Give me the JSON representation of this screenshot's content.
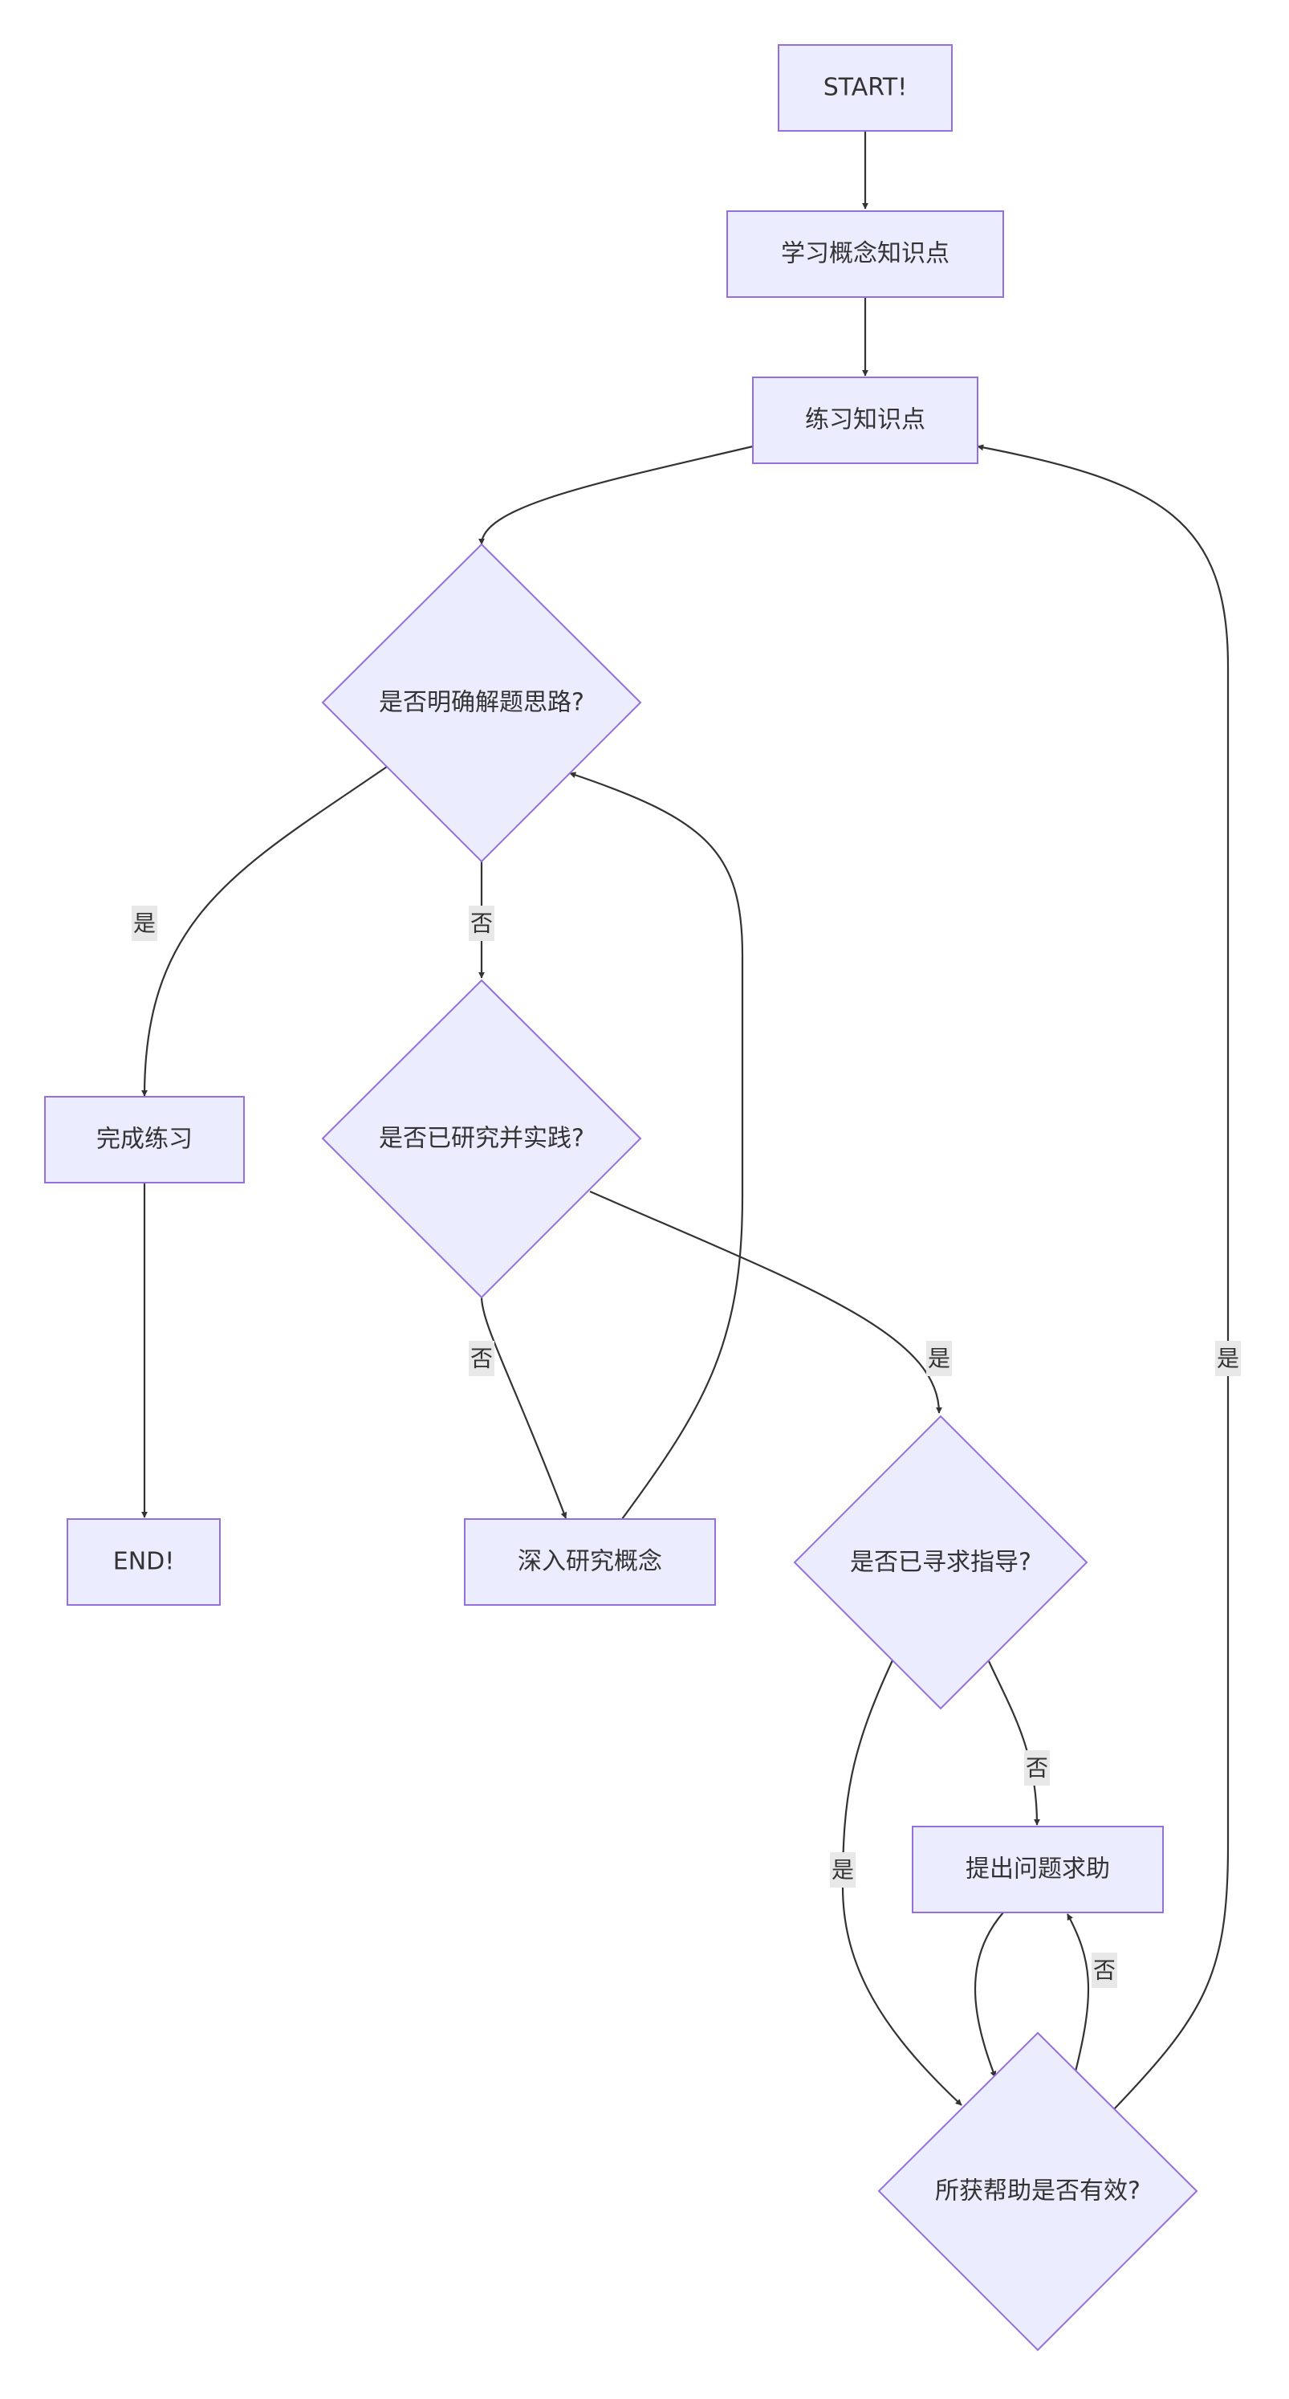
{
  "nodes": {
    "start": "START!",
    "learn": "学习概念知识点",
    "practice": "练习知识点",
    "clear": "是否明确解题思路?",
    "finish": "完成练习",
    "researched": "是否已研究并实践?",
    "end": "END!",
    "deep": "深入研究概念",
    "guidance": "是否已寻求指导?",
    "ask": "提出问题求助",
    "effective": "所获帮助是否有效?"
  },
  "edge_labels": {
    "clear_yes": "是",
    "clear_no": "否",
    "researched_no": "否",
    "researched_yes": "是",
    "effective_yes": "是",
    "guidance_no": "否",
    "guidance_yes": "是",
    "effective_no": "否"
  },
  "colors": {
    "node_fill": "#ececff",
    "node_stroke": "#9370db",
    "edge": "#333333",
    "label_bg": "#e8e8e8"
  }
}
